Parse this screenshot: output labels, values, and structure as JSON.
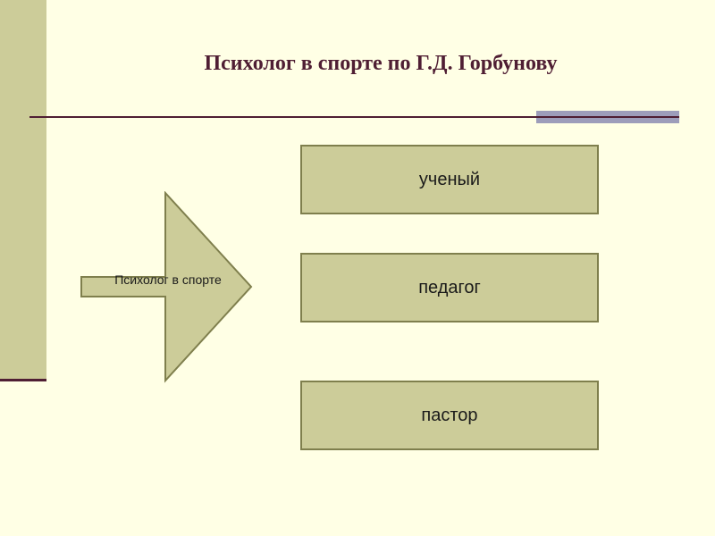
{
  "title": "Психолог в спорте по Г.Д. Горбунову",
  "source": {
    "label": "Психолог в спорте"
  },
  "roles": [
    "ученый",
    "педагог",
    "пастор"
  ],
  "colors": {
    "background": "#ffffe5",
    "box_fill": "#cccc99",
    "box_border": "#7f7f4d",
    "title": "#4f1e33",
    "accent_bar": "#9d9dba"
  }
}
